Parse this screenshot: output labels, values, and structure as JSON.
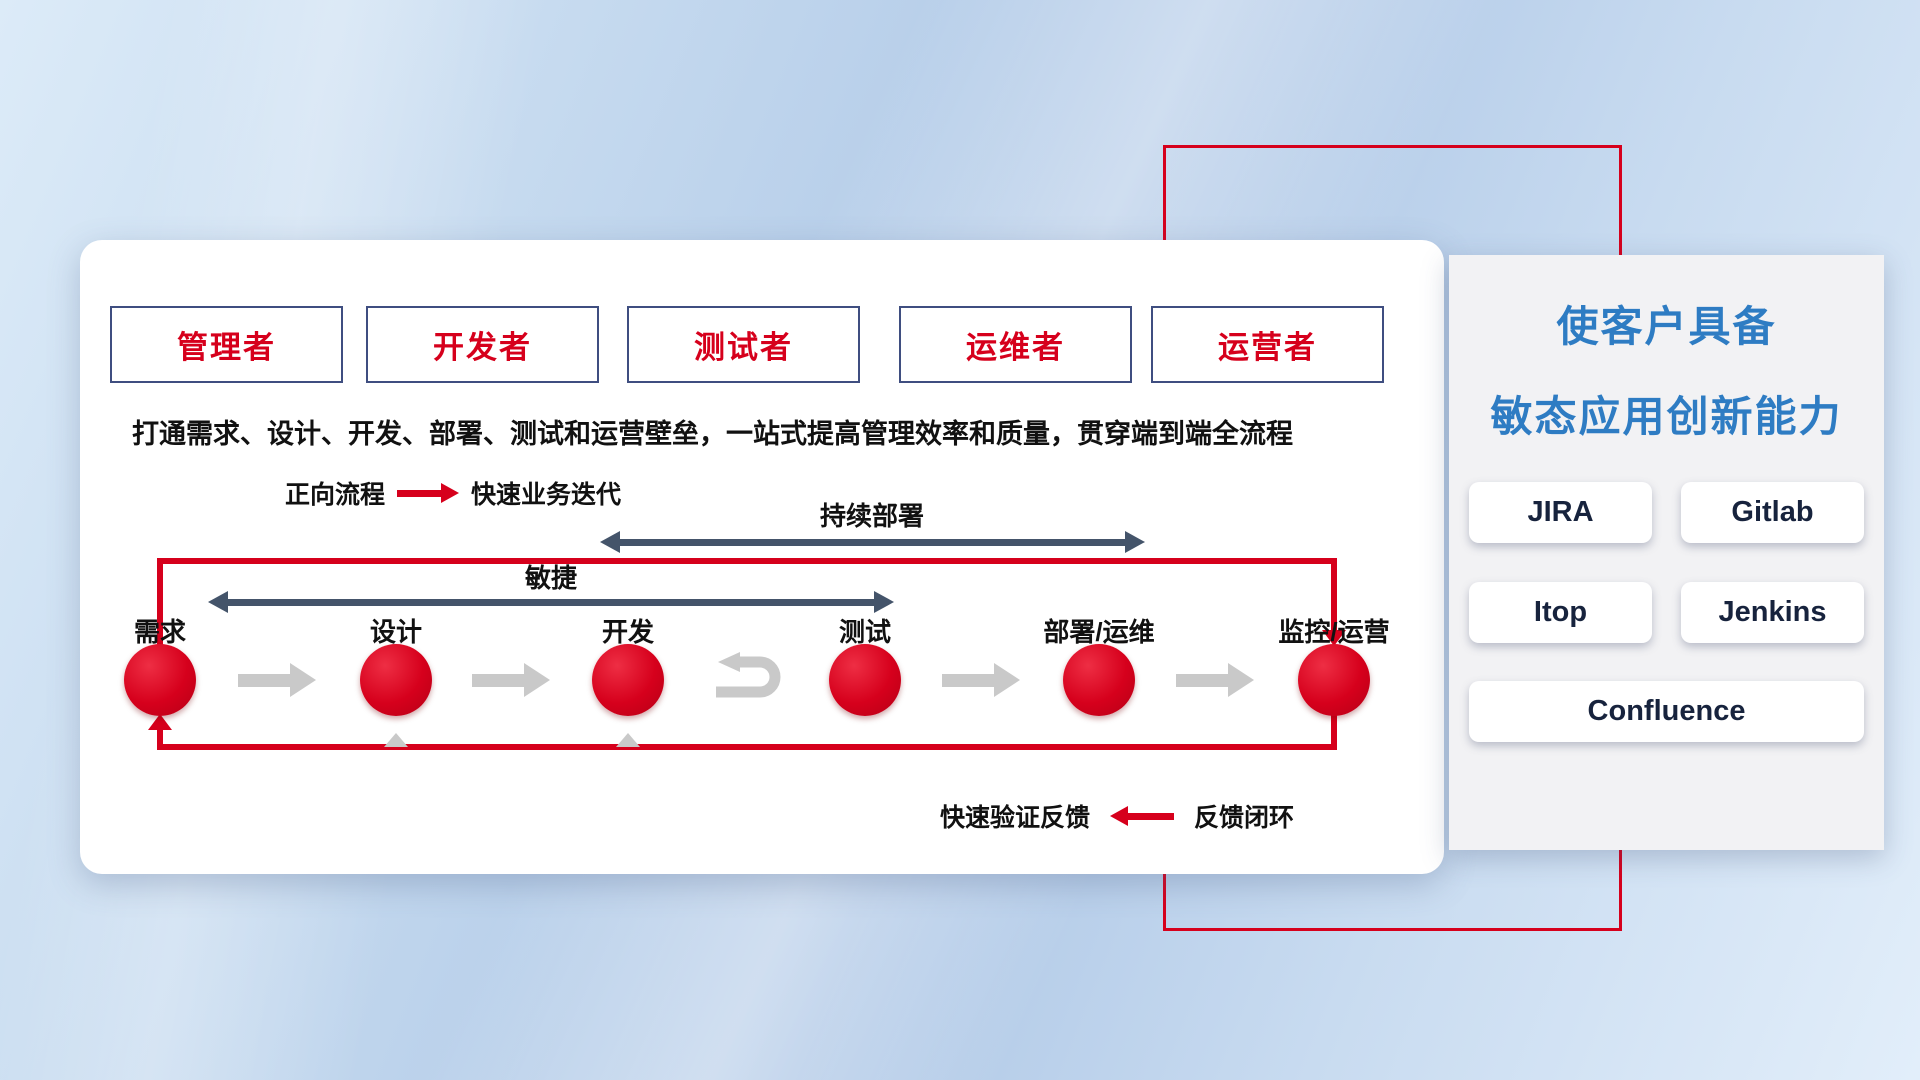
{
  "roles": [
    "管理者",
    "开发者",
    "测试者",
    "运维者",
    "运营者"
  ],
  "headline": "打通需求、设计、开发、部署、测试和运营壁垒，一站式提高管理效率和质量，贯穿端到端全流程",
  "forward_legend": {
    "label": "正向流程",
    "desc": "快速业务迭代"
  },
  "feedback_legend": {
    "desc": "快速验证反馈",
    "label": "反馈闭环"
  },
  "flow": {
    "continuous_deployment_label": "持续部署",
    "agile_label": "敏捷",
    "nodes": [
      "需求",
      "设计",
      "开发",
      "测试",
      "部署/运维",
      "监控/运营"
    ]
  },
  "side_panel": {
    "title_line1": "使客户具备",
    "title_line2": "敏态应用创新能力",
    "tools": [
      "JIRA",
      "Gitlab",
      "Itop",
      "Jenkins",
      "Confluence"
    ]
  },
  "colors": {
    "red": "#d6001c",
    "blue": "#2e7cc3",
    "slate_arrow": "#44546a",
    "gray_arrow": "#c9c9c9",
    "box_border": "#3f4e80"
  }
}
